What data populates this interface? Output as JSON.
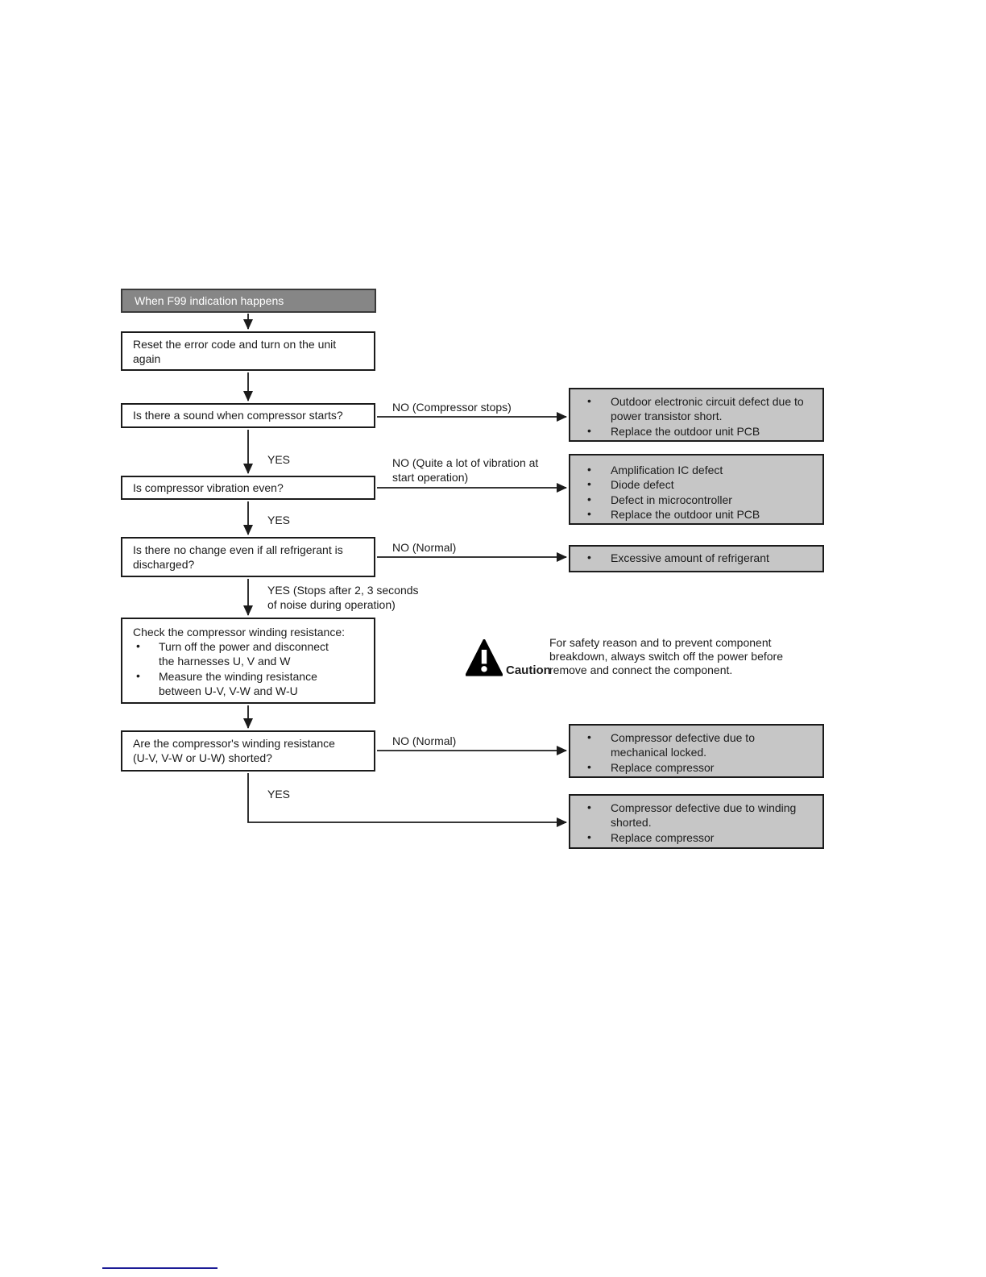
{
  "flowchart": {
    "start": {
      "text": "When F99 indication happens"
    },
    "process_reset": {
      "text": "Reset the error code and turn on the unit again"
    },
    "decision_sound": {
      "text": "Is there a sound when compressor starts?"
    },
    "decision_vibration": {
      "text": "Is compressor vibration even?"
    },
    "decision_refrigerant": {
      "text": "Is there no change even if all refrigerant is discharged?"
    },
    "process_check_winding": {
      "title": "Check the compressor winding resistance:",
      "items": [
        "Turn off the power and disconnect the harnesses U, V and W",
        "Measure the winding resistance between U-V, V-W and W-U"
      ]
    },
    "decision_shorted": {
      "text": "Are the compressor's winding resistance (U-V, V-W or U-W) shorted?"
    },
    "branch_labels": {
      "no_compressor_stops": "NO (Compressor stops)",
      "yes_1": "YES",
      "no_vibration_at_start": "NO (Quite a lot of vibration at start operation)",
      "yes_2": "YES",
      "no_normal_1": "NO (Normal)",
      "yes_stops_noise": "YES (Stops after 2, 3 seconds of noise during operation)",
      "no_normal_2": "NO (Normal)",
      "yes_3": "YES"
    },
    "results": {
      "pcb_transistor": {
        "items": [
          "Outdoor electronic circuit defect due to power transistor short.",
          "Replace the outdoor unit PCB"
        ]
      },
      "ic_diode_micro": {
        "items": [
          "Amplification IC defect",
          "Diode defect",
          "Defect in microcontroller",
          "Replace the outdoor unit PCB"
        ]
      },
      "excess_refrigerant": {
        "items": [
          "Excessive amount of refrigerant"
        ]
      },
      "mechanical_locked": {
        "items": [
          "Compressor defective due to mechanical locked.",
          "Replace compressor"
        ]
      },
      "winding_shorted": {
        "items": [
          "Compressor defective due to winding shorted.",
          "Replace compressor"
        ]
      }
    },
    "caution": {
      "icon": "caution-triangle-icon",
      "label": "Caution",
      "text": "For safety reason and to prevent component breakdown, always switch off the power before remove and connect the component."
    },
    "colors": {
      "start_fill": "#868686",
      "start_text": "#ffffff",
      "result_fill": "#c6c6c6",
      "box_border": "#1b1b1b",
      "connector": "#1b1b1b",
      "footer_rule": "#1b1b96"
    }
  }
}
